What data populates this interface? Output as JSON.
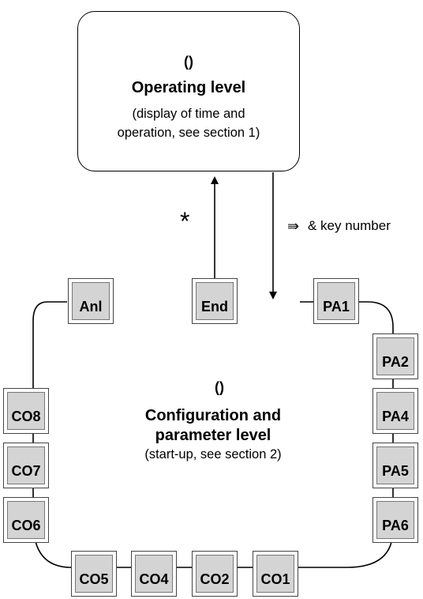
{
  "operating_level": {
    "symbol": "()",
    "title": "Operating level",
    "subtitle_line1": "(display of time and",
    "subtitle_line2": "operation, see section 1)"
  },
  "configuration_level": {
    "symbol": "()",
    "title_line1": "Configuration and",
    "title_line2": "parameter level",
    "subtitle": "(start-up, see section 2)"
  },
  "transitions": {
    "exit_symbol": "*",
    "enter_arrow_symbol": "⇛",
    "enter_label": "& key number"
  },
  "tiles": {
    "anl": "Anl",
    "end": "End",
    "pa1": "PA1",
    "pa2": "PA2",
    "pa4": "PA4",
    "pa5": "PA5",
    "pa6": "PA6",
    "co1": "CO1",
    "co2": "CO2",
    "co4": "CO4",
    "co5": "CO5",
    "co6": "CO6",
    "co7": "CO7",
    "co8": "CO8"
  }
}
